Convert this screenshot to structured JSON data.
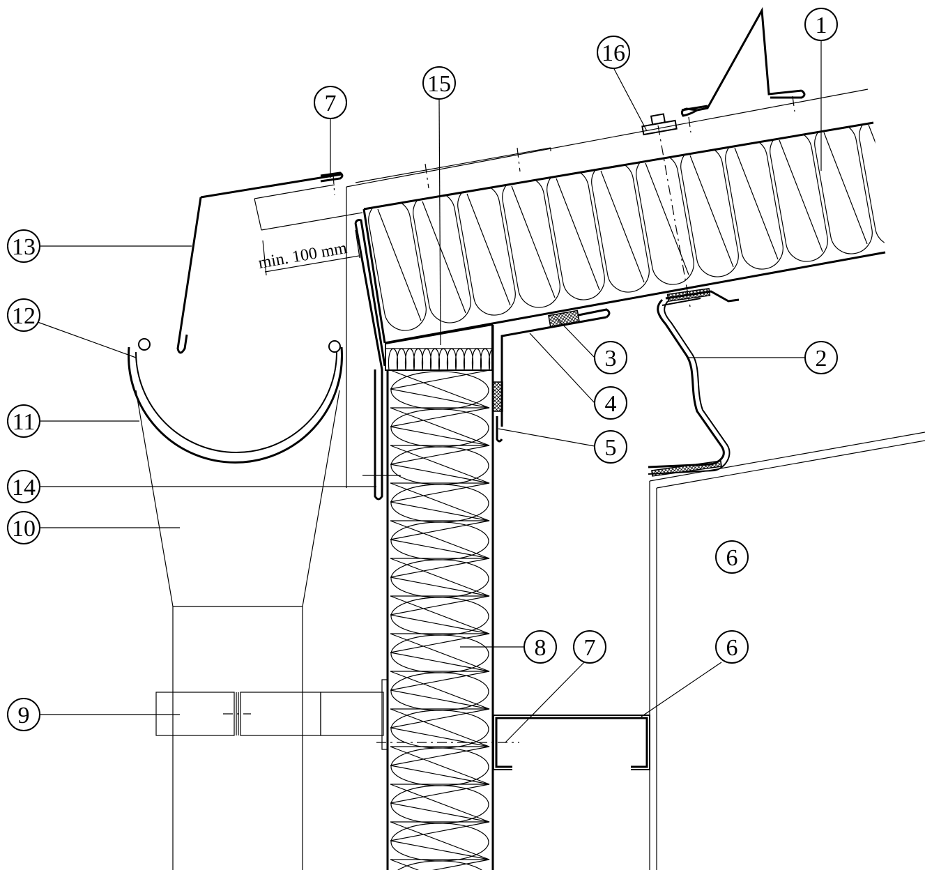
{
  "callouts": {
    "c1": "1",
    "c2": "2",
    "c3": "3",
    "c4": "4",
    "c5": "5",
    "c6_upper": "6",
    "c6_lower": "6",
    "c7_top": "7",
    "c7_bottom": "7",
    "c8": "8",
    "c9": "9",
    "c10": "10",
    "c11": "11",
    "c12": "12",
    "c13": "13",
    "c14": "14",
    "c15": "15",
    "c16": "16"
  },
  "dimension": {
    "overlap_label": "min. 100 mm"
  },
  "colors": {
    "line": "#000000",
    "background": "#ffffff"
  }
}
